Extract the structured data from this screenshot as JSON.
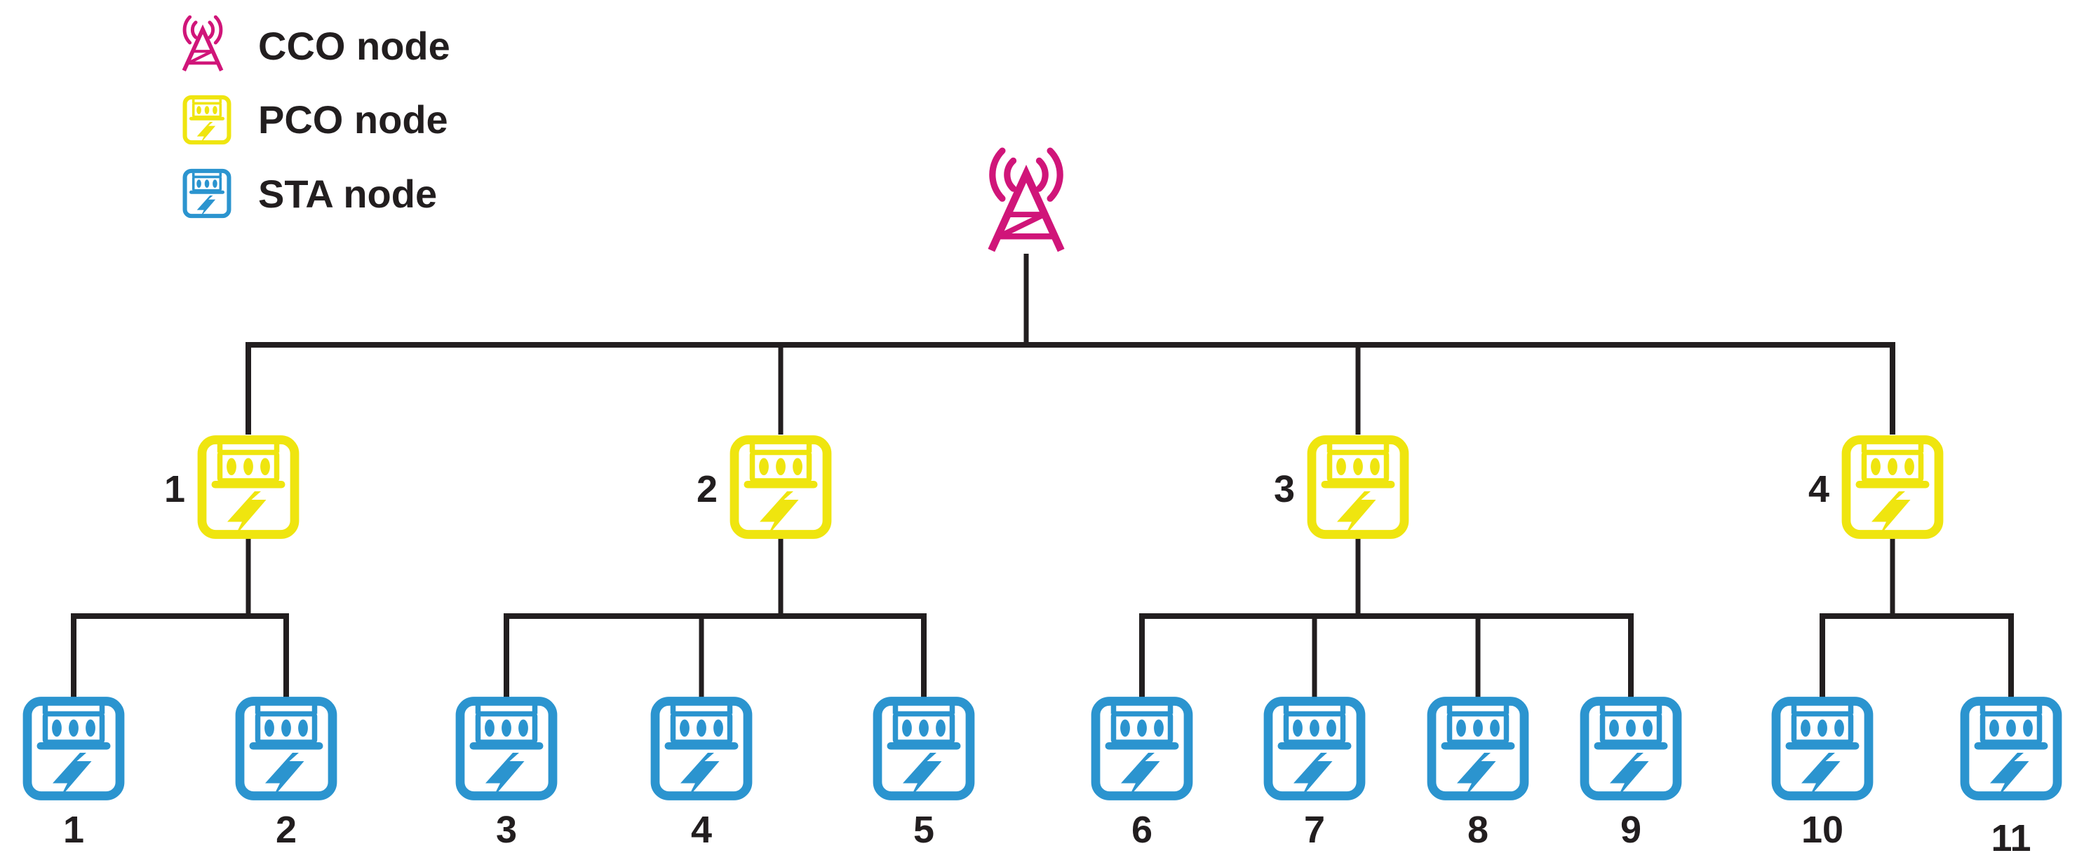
{
  "figure": {
    "type": "network-topology-tree",
    "description": "Power-line communication network tree with one CCO root, four PCO relay nodes and eleven STA leaf nodes"
  },
  "legend": {
    "items": [
      {
        "id": "cco",
        "icon": "radio-tower-icon",
        "label": "CCO node"
      },
      {
        "id": "pco",
        "icon": "power-meter-icon",
        "label": "PCO node"
      },
      {
        "id": "sta",
        "icon": "power-meter-icon",
        "label": "STA node"
      }
    ]
  },
  "colors": {
    "cco": "#D01579",
    "pco": "#EFE50F",
    "sta": "#2B94CF",
    "line": "#221E1F",
    "text": "#221E1F",
    "background": "#FFFFFF"
  },
  "nodes": {
    "cco": {
      "type": "CCO",
      "label": ""
    },
    "pco": [
      {
        "label": "1"
      },
      {
        "label": "2"
      },
      {
        "label": "3"
      },
      {
        "label": "4"
      }
    ],
    "sta": [
      {
        "label": "1"
      },
      {
        "label": "2"
      },
      {
        "label": "3"
      },
      {
        "label": "4"
      },
      {
        "label": "5"
      },
      {
        "label": "6"
      },
      {
        "label": "7"
      },
      {
        "label": "8"
      },
      {
        "label": "9"
      },
      {
        "label": "10"
      },
      {
        "label": "11"
      }
    ]
  },
  "topology": {
    "root": "CCO",
    "links": [
      {
        "parent": "CCO",
        "children": [
          "PCO 1",
          "PCO 2",
          "PCO 3",
          "PCO 4"
        ]
      },
      {
        "parent": "PCO 1",
        "children": [
          "STA 1",
          "STA 2"
        ]
      },
      {
        "parent": "PCO 2",
        "children": [
          "STA 3",
          "STA 4",
          "STA 5"
        ]
      },
      {
        "parent": "PCO 3",
        "children": [
          "STA 6",
          "STA 7",
          "STA 8",
          "STA 9"
        ]
      },
      {
        "parent": "PCO 4",
        "children": [
          "STA 10",
          "STA 11"
        ]
      }
    ]
  }
}
